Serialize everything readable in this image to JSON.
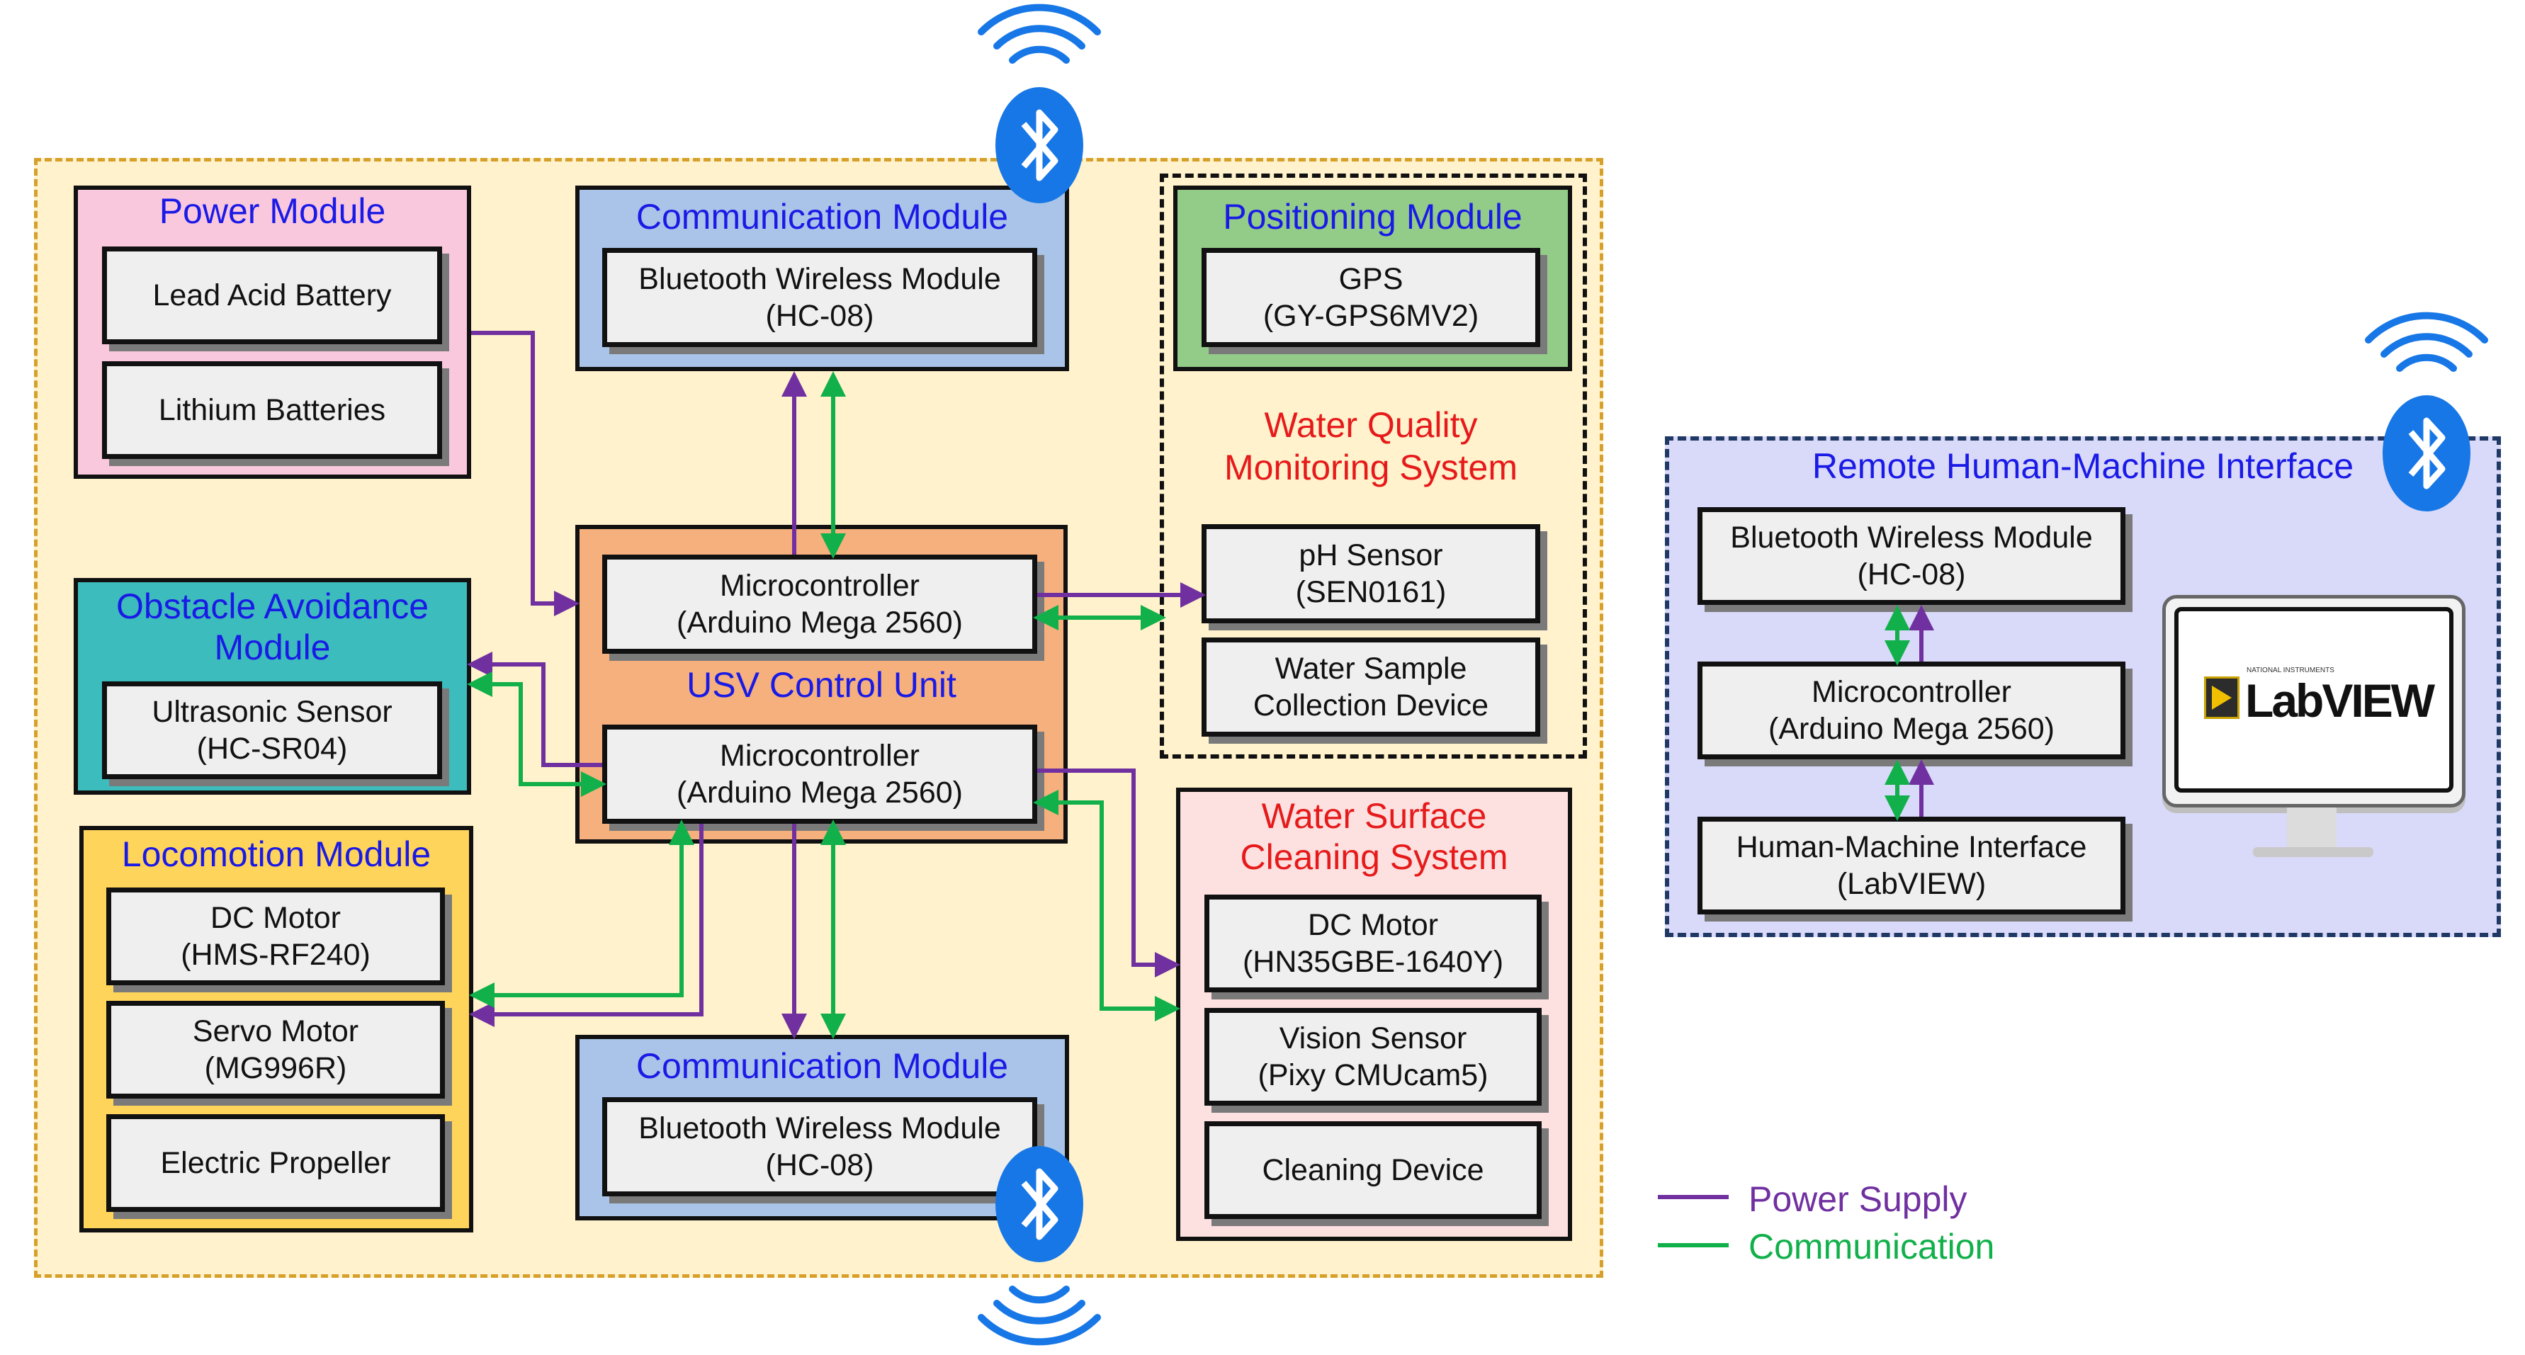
{
  "colors": {
    "power": "#7030a0",
    "communication": "#11b04a",
    "title_blue": "#1a1ae6",
    "title_red": "#e61a1a",
    "bluetooth": "#1777e6"
  },
  "power_module": {
    "title": "Power Module",
    "items": [
      {
        "line1": "Lead Acid Battery",
        "line2": ""
      },
      {
        "line1": "Lithium Batteries",
        "line2": ""
      }
    ]
  },
  "comm_top": {
    "title": "Communication Module",
    "item": {
      "line1": "Bluetooth Wireless Module",
      "line2": "(HC-08)"
    }
  },
  "comm_bottom": {
    "title": "Communication Module",
    "item": {
      "line1": "Bluetooth Wireless Module",
      "line2": "(HC-08)"
    }
  },
  "positioning": {
    "title": "Positioning Module",
    "item": {
      "line1": "GPS",
      "line2": "(GY-GPS6MV2)"
    }
  },
  "water_quality": {
    "title_line1": "Water Quality",
    "title_line2": "Monitoring System",
    "items": [
      {
        "line1": "pH Sensor",
        "line2": "(SEN0161)"
      },
      {
        "line1": "Water Sample",
        "line2": "Collection Device"
      }
    ]
  },
  "obstacle": {
    "title_line1": "Obstacle Avoidance",
    "title_line2": "Module",
    "item": {
      "line1": "Ultrasonic Sensor",
      "line2": "(HC-SR04)"
    }
  },
  "usv_control": {
    "title": "USV Control Unit",
    "items": [
      {
        "line1": "Microcontroller",
        "line2": "(Arduino Mega 2560)"
      },
      {
        "line1": "Microcontroller",
        "line2": "(Arduino Mega 2560)"
      }
    ]
  },
  "locomotion": {
    "title": "Locomotion Module",
    "items": [
      {
        "line1": "DC Motor",
        "line2": "(HMS-RF240)"
      },
      {
        "line1": "Servo Motor",
        "line2": "(MG996R)"
      },
      {
        "line1": "Electric Propeller",
        "line2": ""
      }
    ]
  },
  "cleaning": {
    "title_line1": "Water Surface",
    "title_line2": "Cleaning System",
    "items": [
      {
        "line1": "DC Motor",
        "line2": "(HN35GBE-1640Y)"
      },
      {
        "line1": "Vision Sensor",
        "line2": "(Pixy CMUcam5)"
      },
      {
        "line1": "Cleaning Device",
        "line2": ""
      }
    ]
  },
  "remote_hmi": {
    "title": "Remote Human-Machine Interface",
    "items": [
      {
        "line1": "Bluetooth Wireless Module",
        "line2": "(HC-08)"
      },
      {
        "line1": "Microcontroller",
        "line2": "(Arduino Mega 2560)"
      },
      {
        "line1": "Human-Machine Interface",
        "line2": "(LabVIEW)"
      }
    ],
    "monitor_logo": "LabVIEW",
    "monitor_logo_small": "NATIONAL INSTRUMENTS"
  },
  "legend": {
    "power_label": "Power Supply",
    "comm_label": "Communication"
  },
  "icons": [
    "bluetooth-icon",
    "wifi-signal-icon",
    "monitor-icon",
    "labview-logo"
  ]
}
